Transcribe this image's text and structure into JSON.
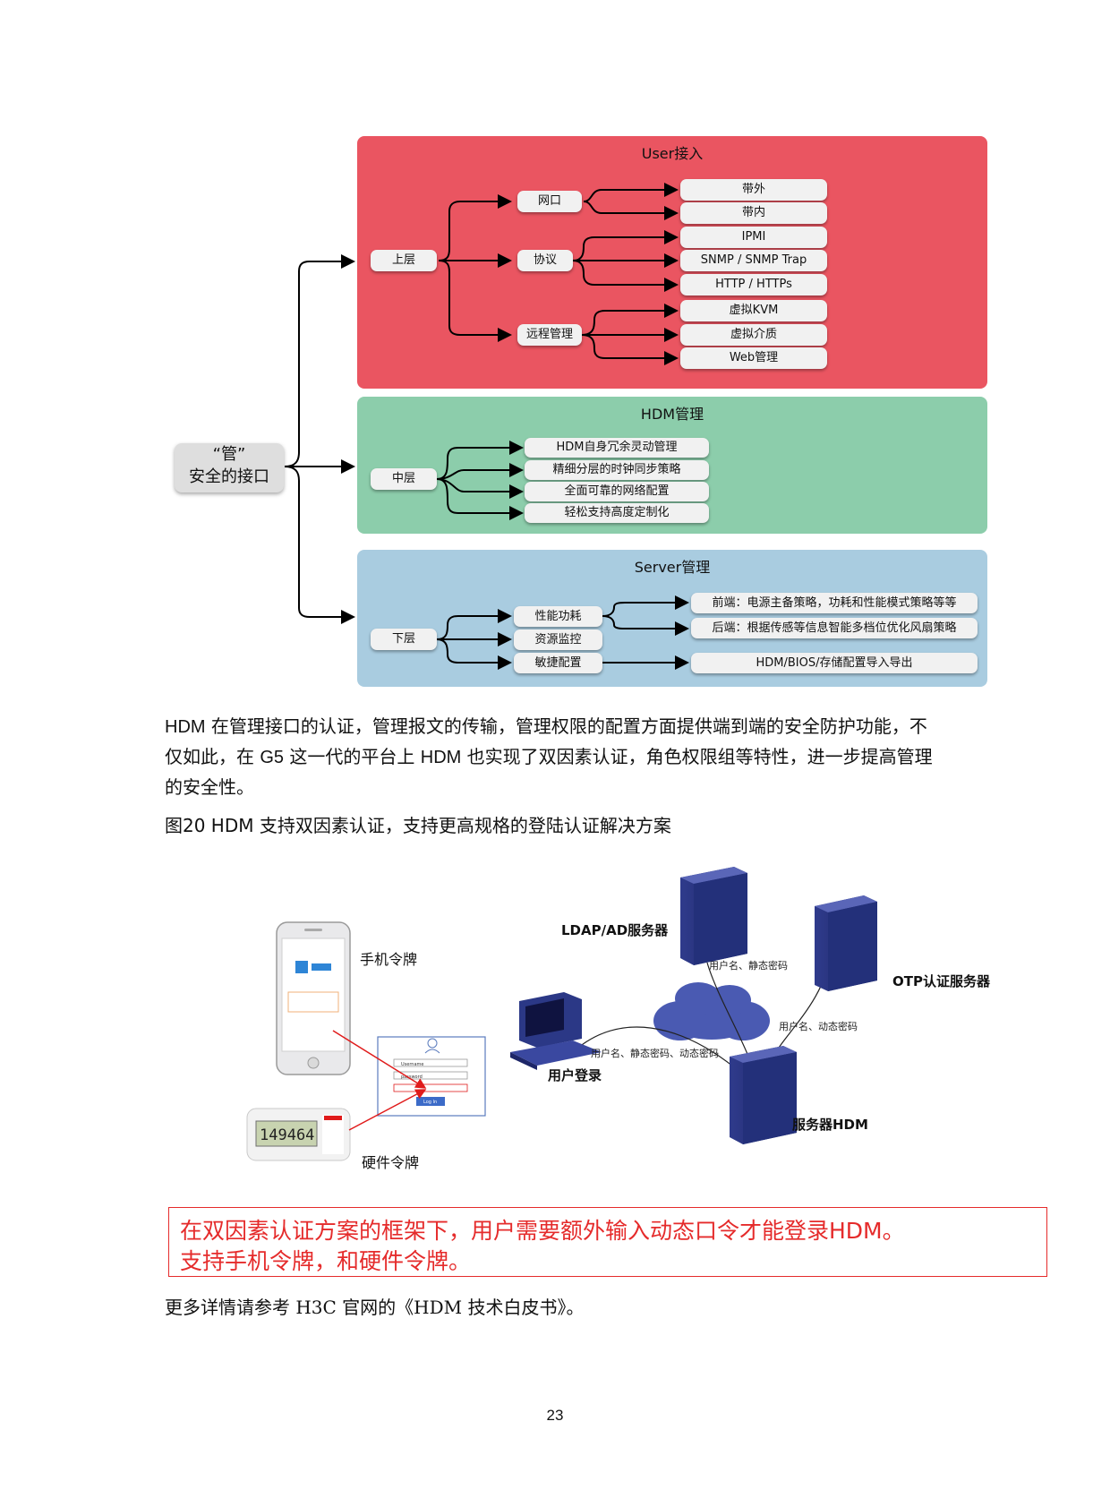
{
  "diagram": {
    "root": {
      "line1": "“管”",
      "line2": "安全的接口"
    },
    "panels": {
      "user": {
        "title": "User接入",
        "color": "#ea5561",
        "layer": "上层",
        "groups": {
          "port": {
            "label": "网口",
            "items": [
              "带外",
              "带内"
            ]
          },
          "protocol": {
            "label": "协议",
            "items": [
              "IPMI",
              "SNMP / SNMP Trap",
              "HTTP / HTTPs"
            ]
          },
          "remote": {
            "label": "远程管理",
            "items": [
              "虚拟KVM",
              "虚拟介质",
              "Web管理"
            ]
          }
        }
      },
      "hdm": {
        "title": "HDM管理",
        "color": "#8ccdab",
        "layer": "中层",
        "items": [
          "HDM自身冗余灵动管理",
          "精细分层的时钟同步策略",
          "全面可靠的网络配置",
          "轻松支持高度定制化"
        ]
      },
      "server": {
        "title": "Server管理",
        "color": "#a9cce0",
        "layer": "下层",
        "groups": [
          "性能功耗",
          "资源监控",
          "敏捷配置"
        ],
        "details": [
          "前端：电源主备策略，功耗和性能模式策略等等",
          "后端：根据传感等信息智能多档位优化风扇策略",
          "HDM/BIOS/存储配置导入导出"
        ]
      }
    }
  },
  "paragraph1": {
    "l1a": "HDM",
    "l1b": " 在管理接口的认证，管理报文的传输，管理权限的配置方面提供端到端的安全防护功能，不",
    "l2a": "仅如此，在 ",
    "l2b": "G5",
    "l2c": " 这一代的平台上 ",
    "l2d": "HDM",
    "l2e": " 也实现了双因素认证，角色权限组等特性，进一步提高管理",
    "l3": "的安全性。"
  },
  "figure_caption": "图20  HDM 支持双因素认证，支持更高规格的登陆认证解决方案",
  "figure": {
    "phone_token": "手机令牌",
    "hardware_token": "硬件令牌",
    "token_digits": "149464",
    "ldap": "LDAP/AD服务器",
    "otp": "OTP认证服务器",
    "user_login": "用户登录",
    "server_hdm": "服务器HDM",
    "edge_ldap": "用户名、静态密码",
    "edge_otp": "用户名、动态密码",
    "edge_user": "用户名、静态密码、动态密码",
    "login_form": {
      "username": "Username",
      "password": "password",
      "button": "Log In"
    }
  },
  "callout": {
    "line1": "在双因素认证方案的框架下，用户需要额外输入动态口令才能登录HDM。",
    "line2": "支持手机令牌，和硬件令牌。"
  },
  "paragraph2": "更多详情请参考 H3C 官网的《HDM 技术白皮书》。",
  "page_number": "23"
}
